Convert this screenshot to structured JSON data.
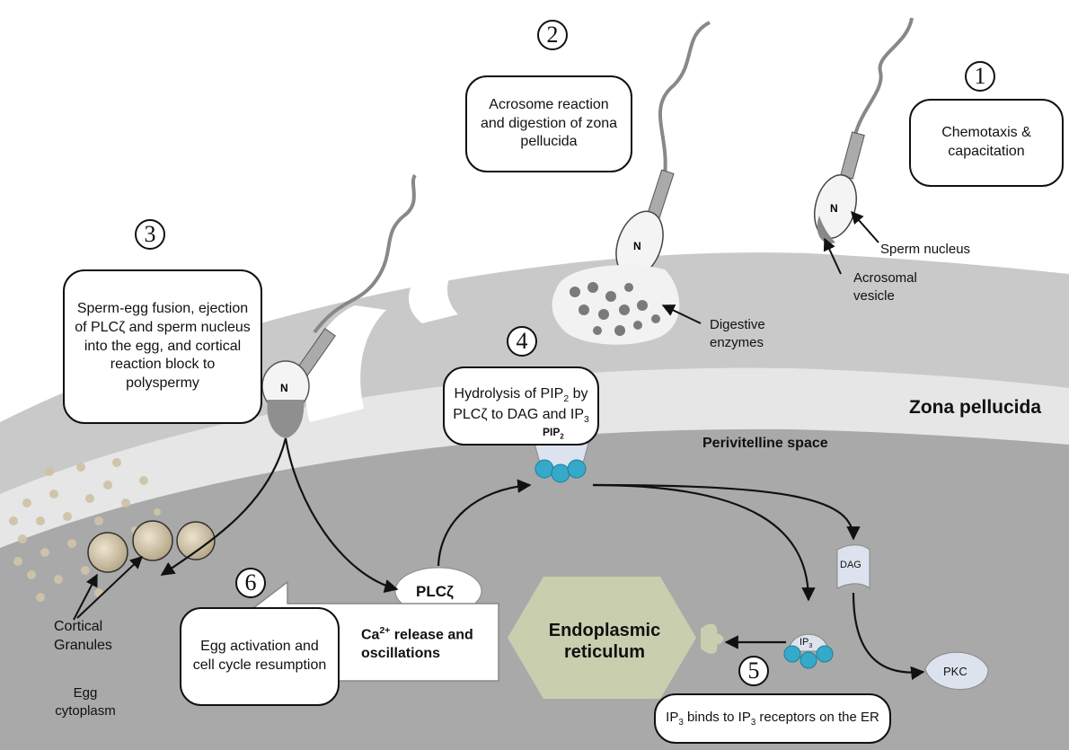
{
  "steps": {
    "s1": {
      "num": "1",
      "text": "Chemotaxis & capacitation"
    },
    "s2": {
      "num": "2",
      "text": "Acrosome reaction and digestion of zona pellucida"
    },
    "s3": {
      "num": "3",
      "text": "Sperm-egg fusion, ejection of PLCζ and sperm nucleus into the egg, and cortical reaction block to polyspermy"
    },
    "s4": {
      "num": "4",
      "text_a": "Hydrolysis of PIP",
      "sub_a": "2",
      "text_b": "by PLCζ to DAG and IP",
      "sub_b": "3"
    },
    "s5": {
      "num": "5",
      "text_a": "IP",
      "sub_a": "3",
      "text_b": " binds to IP",
      "sub_b": "3",
      "text_c": " receptors on the ER"
    },
    "s6": {
      "num": "6",
      "text": "Egg activation and cell cycle resumption"
    }
  },
  "labels": {
    "sperm_nucleus": "Sperm nucleus",
    "acrosomal_vesicle": "Acrosomal vesicle",
    "digestive_enzymes": "Digestive enzymes",
    "zona_pellucida": "Zona pellucida",
    "perivitelline_space": "Perivitelline space",
    "cortical_granules": "Cortical Granules",
    "egg_cytoplasm": "Egg cytoplasm",
    "nucleus_letter": "N",
    "plc": "PLCζ",
    "pip2": "PIP",
    "pip2_sub": "2",
    "dag": "DAG",
    "ip3": "IP",
    "ip3_sub": "3",
    "pkc": "PKC",
    "er": "Endoplasmic reticulum",
    "ca_a": "Ca",
    "ca_sup": "2+",
    "ca_b": " release and oscillations"
  },
  "colors": {
    "zona": "#c9c9c9",
    "perivitelline": "#e6e6e6",
    "cytoplasm": "#a9a9a9",
    "er": "#c9cfae",
    "bead": "#35a9c9",
    "granule": "#cfc3a8"
  }
}
